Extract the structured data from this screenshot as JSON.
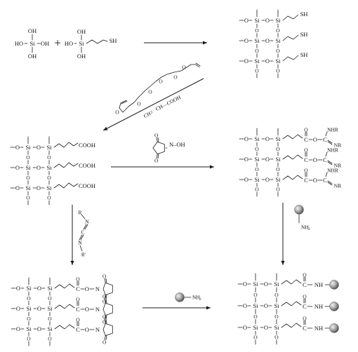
{
  "labels": {
    "si": "Si",
    "o": "O",
    "oh": "OH",
    "ho": "HO",
    "sh": "SH",
    "cooh": "COOH",
    "c": "C",
    "n": "N",
    "nh": "NH",
    "nhr": "NHR",
    "nr": "NR",
    "r": "R",
    "r_prime": "R'",
    "n_oh": "N–OH",
    "nh2": "NH",
    "nh2_sub": "2",
    "plus": "+",
    "ch2ch": "CH",
    "ch2ch_sub": "2",
    "ch_cooh": "CH—COOH"
  },
  "colors": {
    "ink": "#1a1a1a",
    "particle_light": "#f2f2f2",
    "particle_dark": "#555555"
  }
}
